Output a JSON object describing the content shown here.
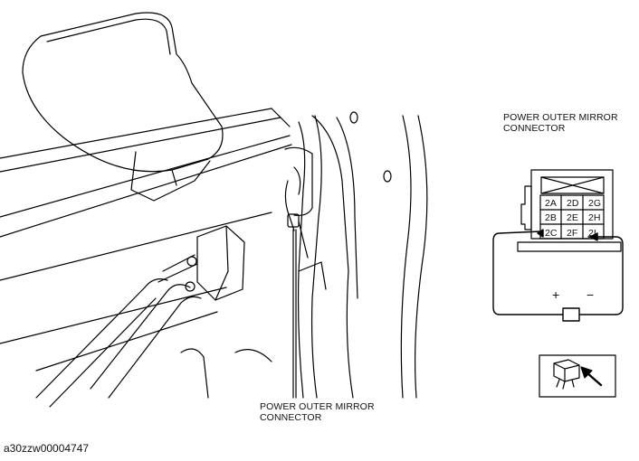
{
  "labels": {
    "connector_right_line1": "POWER OUTER MIRROR",
    "connector_right_line2": "CONNECTOR",
    "connector_bottom_line1": "POWER OUTER MIRROR",
    "connector_bottom_line2": "CONNECTOR"
  },
  "connector_pins": {
    "row1": [
      "2A",
      "2D",
      "2G"
    ],
    "row2": [
      "2B",
      "2E",
      "2H"
    ],
    "row3": [
      "2C",
      "2F",
      "2I"
    ]
  },
  "battery": {
    "positive": "+",
    "negative": "−"
  },
  "figure_id": "a30zzw00004747",
  "icons": [
    "side-mirror-icon",
    "connector-view-direction-icon",
    "battery-icon"
  ]
}
